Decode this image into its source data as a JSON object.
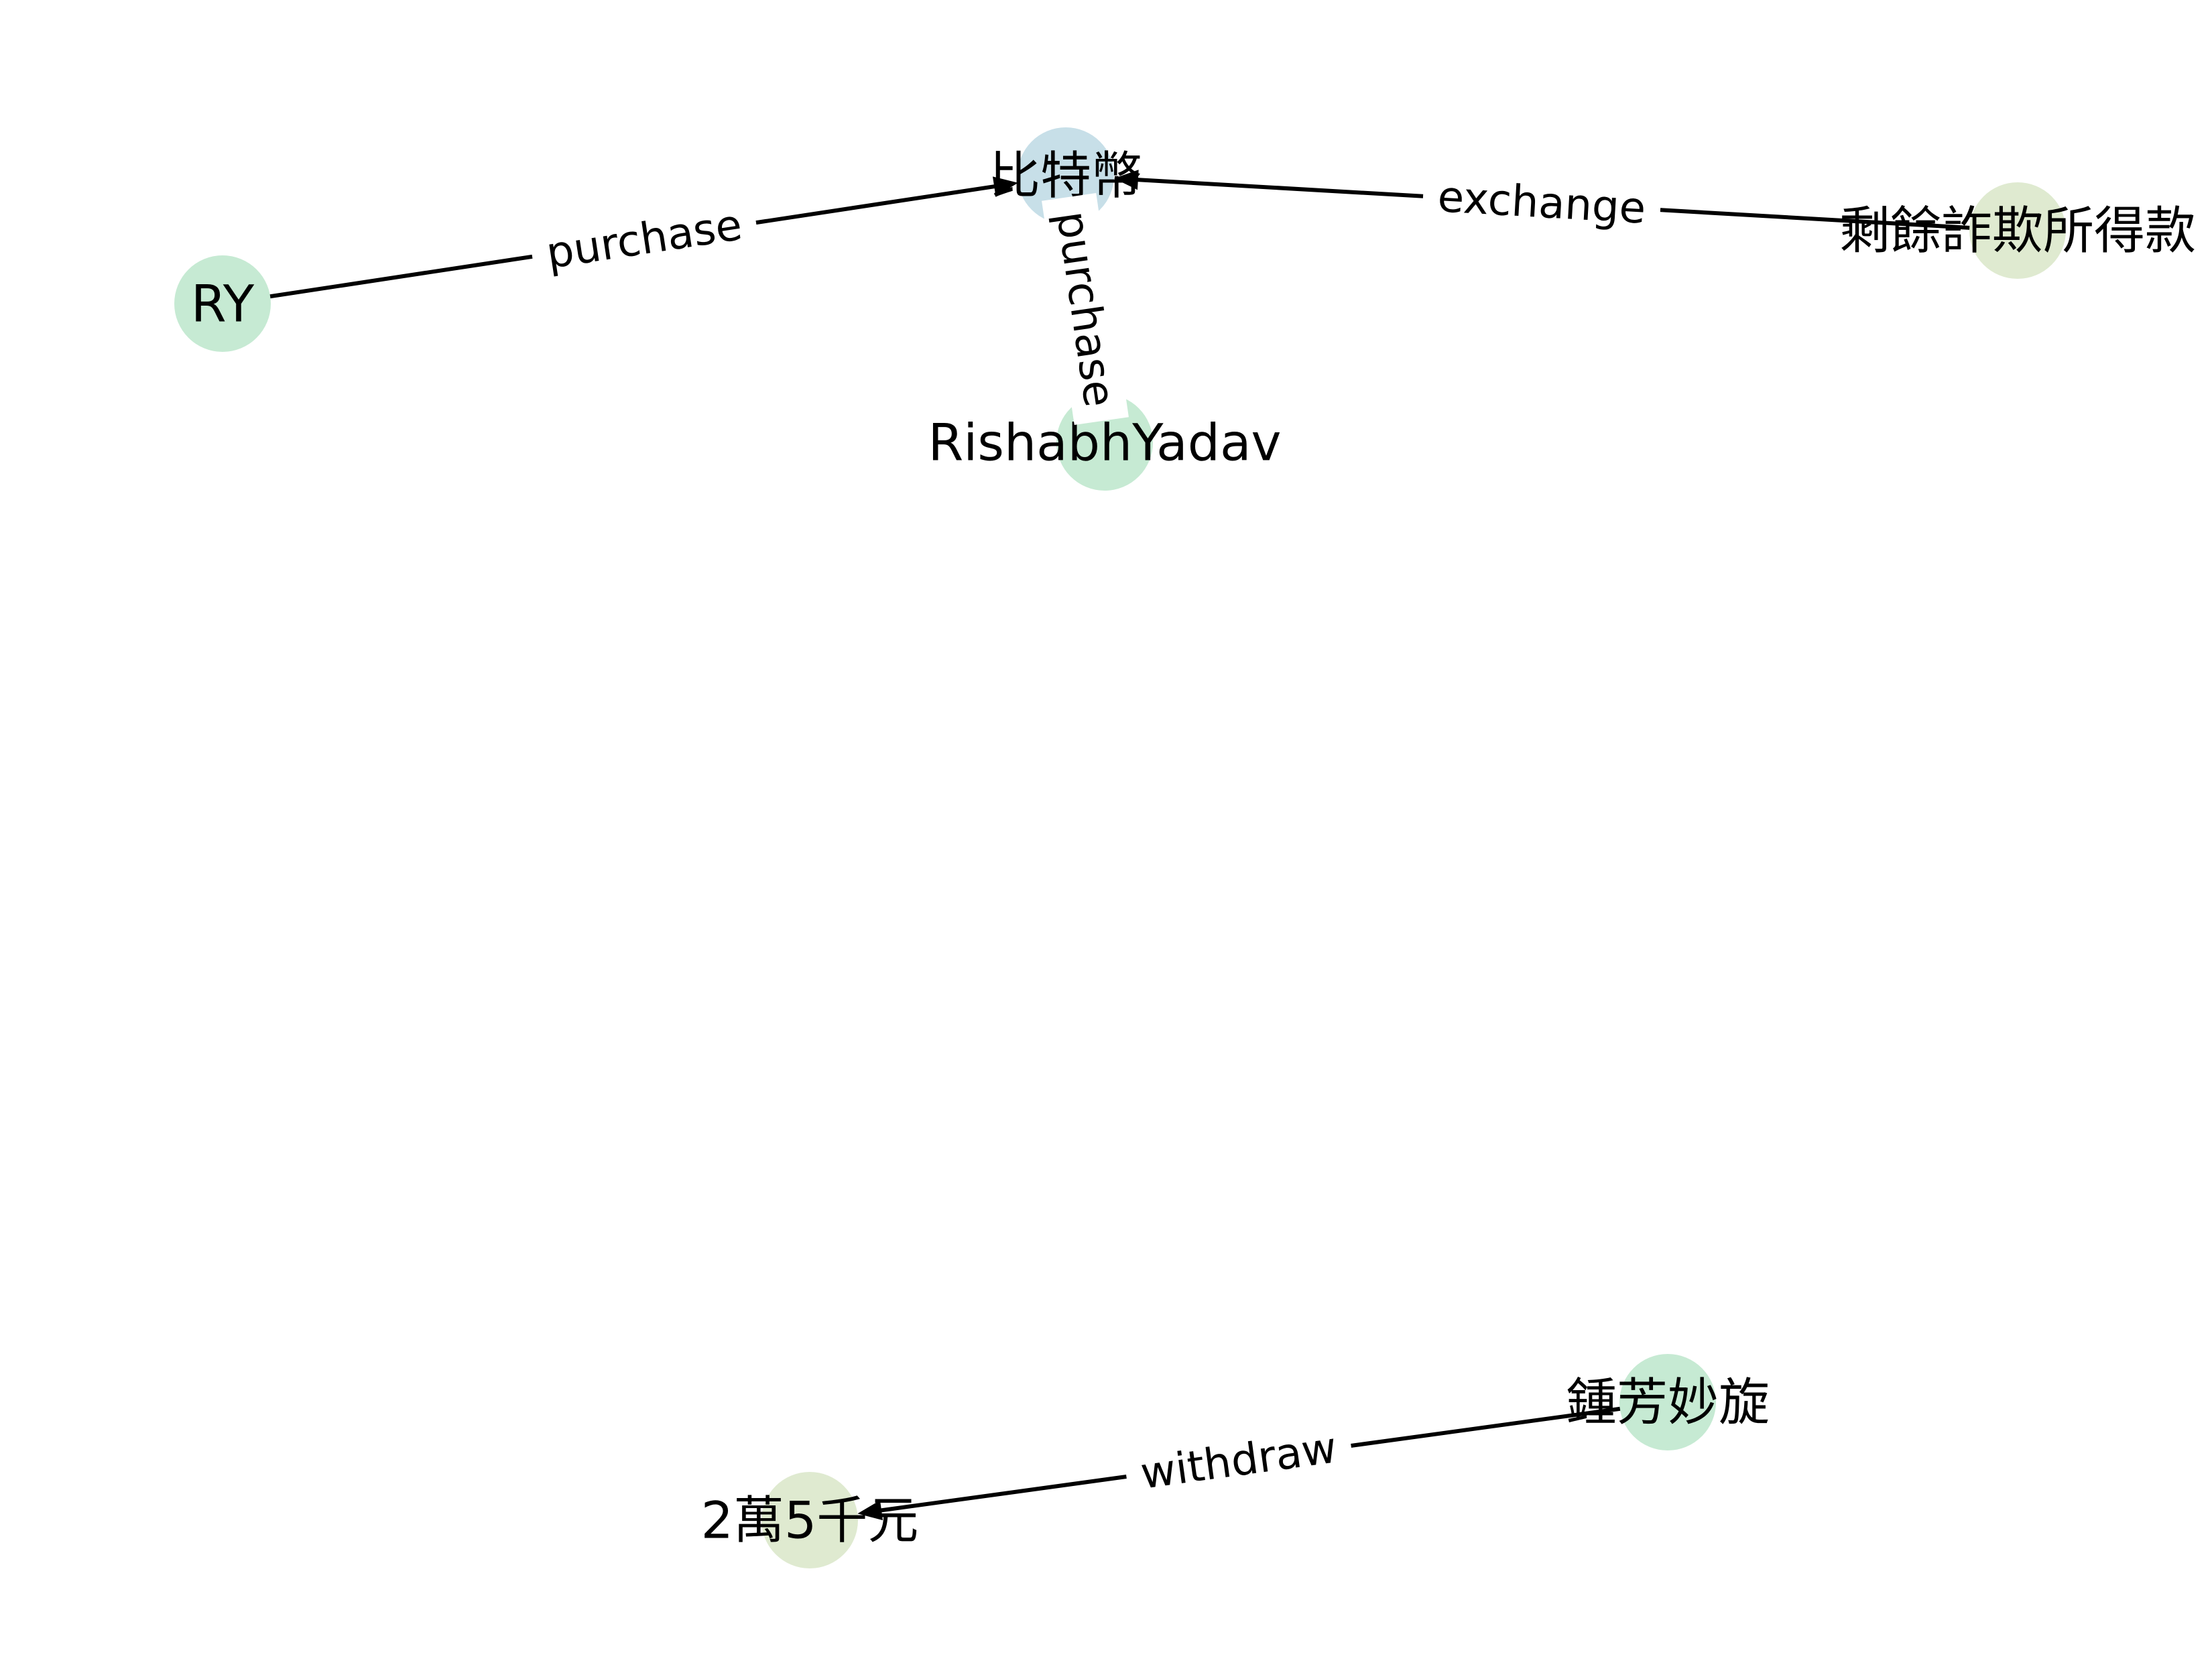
{
  "diagram": {
    "type": "directed-graph",
    "nodes": [
      {
        "id": "bitcoin",
        "label": "比特幣",
        "color": "#c7dfe8"
      },
      {
        "id": "ry",
        "label": "RY",
        "color": "#c6ead3"
      },
      {
        "id": "rishabh",
        "label": "RishabhYadav",
        "color": "#c6ead3"
      },
      {
        "id": "fraud",
        "label": "剩餘詐欺所得款",
        "color": "#dfead0"
      },
      {
        "id": "zhong",
        "label": "鍾芳妙旋",
        "color": "#c6ead3"
      },
      {
        "id": "money",
        "label": "2萬5千元",
        "color": "#dfead0"
      }
    ],
    "edges": [
      {
        "from": "ry",
        "to": "bitcoin",
        "label": "purchase"
      },
      {
        "from": "rishabh",
        "to": "bitcoin",
        "label": "purchase"
      },
      {
        "from": "fraud",
        "to": "bitcoin",
        "label": "exchange"
      },
      {
        "from": "zhong",
        "to": "money",
        "label": "withdraw"
      }
    ]
  }
}
